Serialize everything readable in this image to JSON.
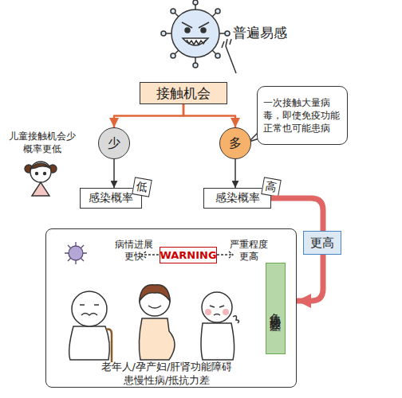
{
  "diagram": {
    "nodes": [
      {
        "text": [
          "接触机会"
        ]
      },
      {
        "text": [
          "少"
        ]
      },
      {
        "text": [
          "多"
        ]
      },
      {
        "text": [
          "一次接触大量病毒，即使免疫功能正常也可能患病"
        ]
      },
      {
        "text": [
          "感染概率",
          "低"
        ]
      },
      {
        "text": [
          "感染概率",
          "高"
        ]
      },
      {
        "text": [
          "更高"
        ]
      },
      {
        "text": [
          "病情进展更快",
          "严重程度更高",
          "老年人/孕产妇/肝肾功能障碍 患慢性病/抵抗力差"
        ]
      },
      {
        "text": [
          "WARNING"
        ],
        "in": 7
      },
      {
        "text": [
          "免疫功能较差"
        ],
        "in": 7
      }
    ],
    "edges": [
      {
        "from": 0,
        "to": 1,
        "arrow": "to"
      },
      {
        "from": 0,
        "to": 2,
        "arrow": "to"
      },
      {
        "from": 1,
        "to": 4,
        "arrow": "to"
      },
      {
        "from": 2,
        "to": 5,
        "arrow": "to"
      },
      {
        "from": 5,
        "to": 7,
        "arrow": "to"
      }
    ],
    "labels": [
      "普遍易感",
      "儿童接触机会少 概率更低"
    ]
  }
}
